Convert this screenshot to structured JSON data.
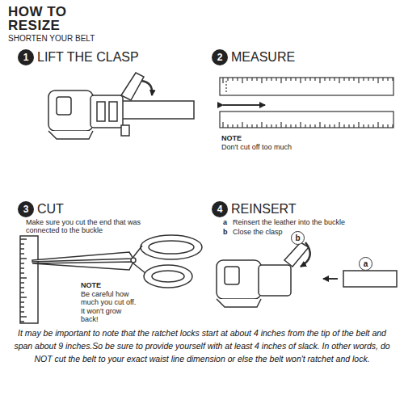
{
  "diagram": {
    "title": "HOW TO RESIZE",
    "caption": "It may be important to note that the ratchet locks start at about 4 inches from the tip of the belt and span about 9 inches.So be sure to provide yourself with at least 4 inches of slack. In other words, do NOT cut the belt to your exact waist line dimension or else the belt won't ratchet and lock.",
    "nodes": [
      {
        "text": [
          "1"
        ]
      },
      {
        "text": [
          "2"
        ]
      },
      {
        "text": [
          "3"
        ]
      },
      {
        "text": [
          "4"
        ]
      },
      {
        "text": [
          "b"
        ]
      },
      {
        "text": [
          "a"
        ]
      }
    ],
    "labels": [
      "SHORTEN YOUR BELT",
      "LIFT THE CLASP",
      "MEASURE",
      "NOTE",
      "Don't cut off too much",
      "CUT",
      "Make sure you cut the end that was connected to the buckle",
      "NOTE",
      "Be careful how much you cut off. It won't grow back!",
      "REINSERT",
      "a",
      "Reinsert the leather into the buckle",
      "b",
      "Close the clasp"
    ]
  }
}
